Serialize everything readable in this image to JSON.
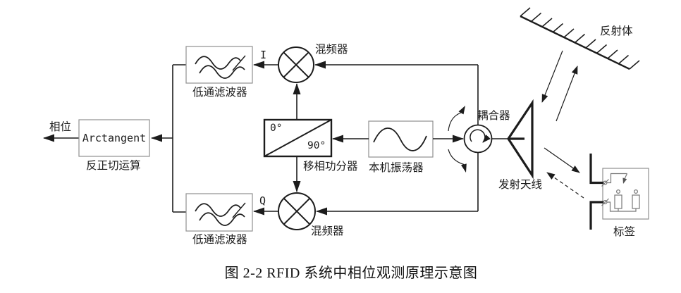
{
  "figure": {
    "caption": "图 2-2 RFID 系统中相位观测原理示意图",
    "blocks": {
      "phase_output": "相位",
      "arctangent": {
        "title": "Arctangent",
        "subtitle": "反正切运算"
      },
      "lowpass_filter_top": "低通滤波器",
      "lowpass_filter_bottom": "低通滤波器",
      "signal_i": "I",
      "signal_q": "Q",
      "mixer_top": "混频器",
      "mixer_bottom": "混频器",
      "phase_splitter": {
        "port_top": "0°",
        "port_bottom": "90°",
        "label": "移相功分器"
      },
      "local_oscillator": "本机振荡器",
      "coupler": "耦合器",
      "transmit_antenna": "发射天线",
      "reflector": "反射体",
      "tag": "标签"
    },
    "colors": {
      "line": "#1c1c1c",
      "soft_box_border": "#8f8f8f",
      "tag_detail": "#777777",
      "background": "#ffffff"
    }
  }
}
